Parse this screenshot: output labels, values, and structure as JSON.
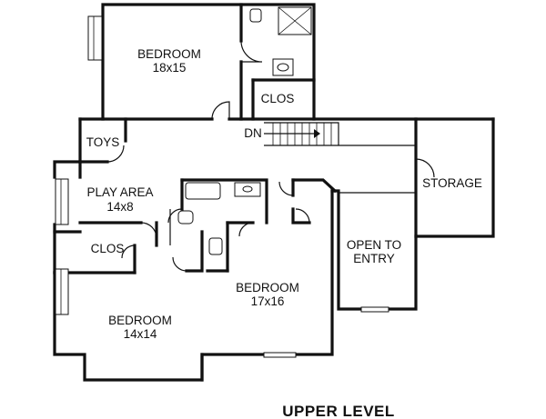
{
  "plan": {
    "title": "UPPER LEVEL",
    "rooms": {
      "bedroom_top": {
        "name": "BEDROOM",
        "size": "18x15"
      },
      "clos_top": {
        "name": "CLOS"
      },
      "stair": {
        "label": "DN"
      },
      "toys": {
        "name": "TOYS"
      },
      "play_area": {
        "name": "PLAY AREA",
        "size": "14x8"
      },
      "storage": {
        "name": "STORAGE"
      },
      "open_entry": {
        "line1": "OPEN TO",
        "line2": "ENTRY"
      },
      "clos_left": {
        "name": "CLOS"
      },
      "bedroom_mid": {
        "name": "BEDROOM",
        "size": "17x16"
      },
      "bedroom_left": {
        "name": "BEDROOM",
        "size": "14x14"
      }
    }
  }
}
